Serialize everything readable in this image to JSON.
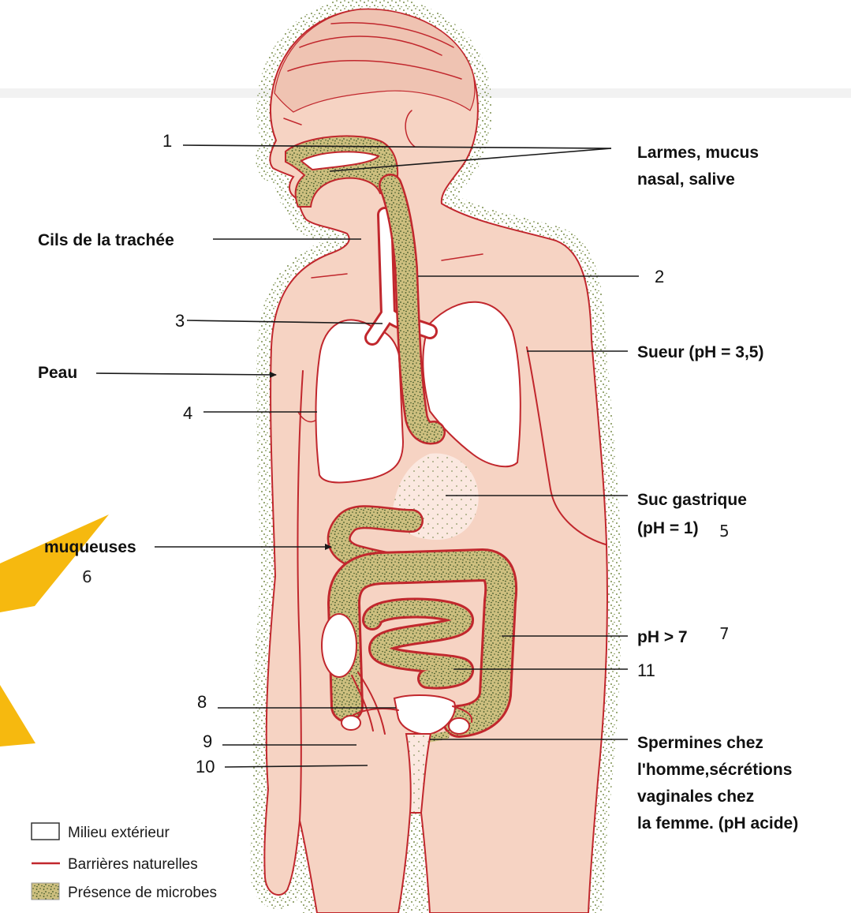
{
  "figure": {
    "labels": {
      "n1": "1",
      "larmes": [
        "Larmes, mucus",
        "nasal, salive"
      ],
      "cils": "Cils de la trachée",
      "n2": "2",
      "n3": "3",
      "sueur": "Sueur (pH = 3,5)",
      "peau": "Peau",
      "n4": "4",
      "suc": [
        "Suc gastrique",
        "(pH = 1)"
      ],
      "n5": "5",
      "muqueuses": "muqueuses",
      "n6": "6",
      "ph": "pH > 7",
      "n7": "7",
      "n11": "11",
      "n8": "8",
      "n9": "9",
      "n10": "10",
      "spermines": [
        "Spermines chez",
        "l'homme,sécrétions",
        "vaginales chez",
        "la femme. (pH acide)"
      ]
    }
  },
  "legend": [
    {
      "label": "Milieu extérieur"
    },
    {
      "label": "Barrières naturelles"
    },
    {
      "label": "Présence de microbes"
    }
  ],
  "colors": {
    "barrier": "#c1272d",
    "skin": "#f6d3c3",
    "microbes": "#cdbf7f",
    "microbe_dots": "#3d5527",
    "highlight": "#f6b90f",
    "outside": "#ffffff"
  }
}
